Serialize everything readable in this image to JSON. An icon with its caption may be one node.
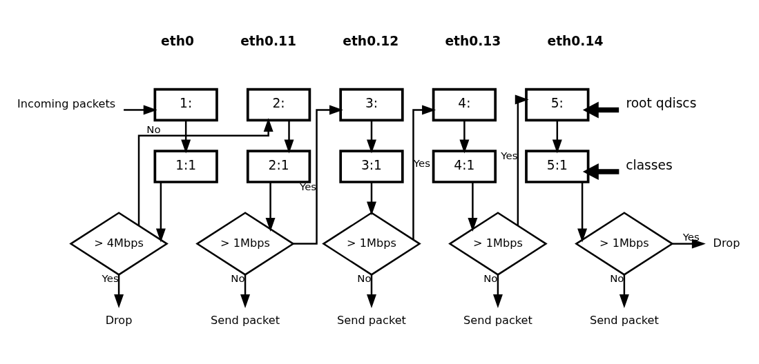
{
  "diagram": {
    "nodes": [
      {
        "text": [
          "Incoming packets"
        ]
      },
      {
        "text": [
          "1:"
        ],
        "beside": [
          "eth0"
        ]
      },
      {
        "text": [
          "1:1"
        ]
      },
      {
        "text": [
          "> 4Mbps"
        ]
      },
      {
        "text": [
          "Drop"
        ]
      },
      {
        "text": [
          "2:"
        ],
        "beside": [
          "eth0.11"
        ]
      },
      {
        "text": [
          "2:1"
        ]
      },
      {
        "text": [
          "> 1Mbps"
        ]
      },
      {
        "text": [
          "Send packet"
        ]
      },
      {
        "text": [
          "3:"
        ],
        "beside": [
          "eth0.12"
        ]
      },
      {
        "text": [
          "3:1"
        ]
      },
      {
        "text": [
          "> 1Mbps"
        ]
      },
      {
        "text": [
          "Send packet"
        ]
      },
      {
        "text": [
          "4:"
        ],
        "beside": [
          "eth0.13"
        ]
      },
      {
        "text": [
          "4:1"
        ]
      },
      {
        "text": [
          "> 1Mbps"
        ]
      },
      {
        "text": [
          "Send packet"
        ]
      },
      {
        "text": [
          "5:"
        ],
        "beside": [
          "eth0.14"
        ]
      },
      {
        "text": [
          "5:1"
        ]
      },
      {
        "text": [
          "> 1Mbps"
        ]
      },
      {
        "text": [
          "Drop"
        ]
      },
      {
        "text": [
          "Send packet"
        ]
      },
      {
        "text": [
          "root qdiscs"
        ]
      },
      {
        "text": [
          "classes"
        ]
      }
    ],
    "edges": [
      {
        "from": 0,
        "to": 1,
        "arrow": "to"
      },
      {
        "from": 1,
        "to": 2,
        "arrow": "to"
      },
      {
        "from": 2,
        "to": 3,
        "arrow": "to"
      },
      {
        "from": 3,
        "to": 4,
        "arrow": "to",
        "label": "Yes"
      },
      {
        "from": 3,
        "to": 5,
        "arrow": "to",
        "label": "No"
      },
      {
        "from": 5,
        "to": 6,
        "arrow": "to"
      },
      {
        "from": 6,
        "to": 7,
        "arrow": "to"
      },
      {
        "from": 7,
        "to": 8,
        "arrow": "to",
        "label": "No"
      },
      {
        "from": 7,
        "to": 9,
        "arrow": "to",
        "label": "Yes"
      },
      {
        "from": 9,
        "to": 10,
        "arrow": "to"
      },
      {
        "from": 10,
        "to": 11,
        "arrow": "to"
      },
      {
        "from": 11,
        "to": 12,
        "arrow": "to",
        "label": "No"
      },
      {
        "from": 11,
        "to": 13,
        "arrow": "to",
        "label": "Yes"
      },
      {
        "from": 13,
        "to": 14,
        "arrow": "to"
      },
      {
        "from": 14,
        "to": 15,
        "arrow": "to"
      },
      {
        "from": 15,
        "to": 16,
        "arrow": "to",
        "label": "No"
      },
      {
        "from": 15,
        "to": 17,
        "arrow": "to",
        "label": "Yes"
      },
      {
        "from": 17,
        "to": 18,
        "arrow": "to"
      },
      {
        "from": 18,
        "to": 19,
        "arrow": "to"
      },
      {
        "from": 19,
        "to": 20,
        "arrow": "to",
        "label": "Yes"
      },
      {
        "from": 19,
        "to": 21,
        "arrow": "to",
        "label": "No"
      },
      {
        "from": 22,
        "to": 17,
        "arrow": "to",
        "style": "thick"
      },
      {
        "from": 23,
        "to": 18,
        "arrow": "to",
        "style": "thick"
      }
    ]
  }
}
